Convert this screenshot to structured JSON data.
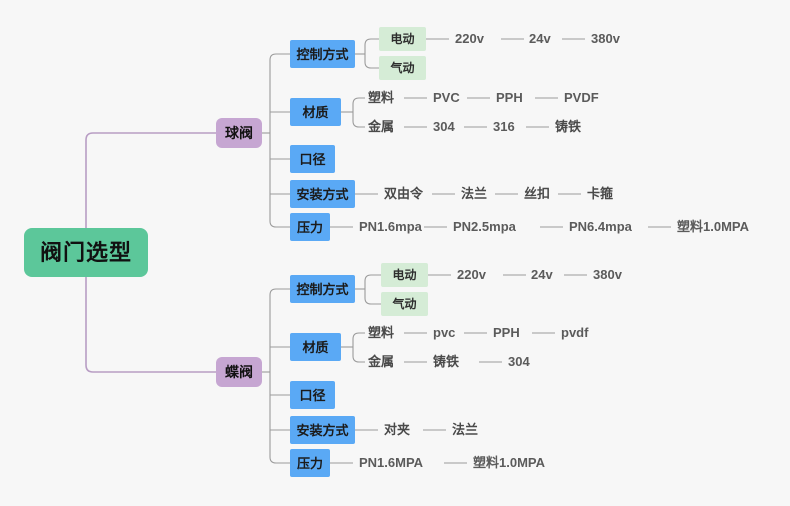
{
  "colors": {
    "background": "#f7f7f7",
    "root_fill": "#5cc79a",
    "branch_fill": "#c6a6d2",
    "category_fill": "#5aa9f5",
    "subnode_fill": "#d5ecd6",
    "root_edge_line": "#b89dc4",
    "edge_line": "#9b9b9b",
    "leaf_text": "#5b5b5b"
  },
  "root": {
    "label": "阀门选型"
  },
  "branches": [
    {
      "label": "球阀",
      "categories": [
        {
          "label": "控制方式",
          "subnodes": [
            {
              "label": "电动",
              "leaves": [
                "220v",
                "24v",
                "380v"
              ]
            },
            {
              "label": "气动",
              "leaves": []
            }
          ],
          "leaves": []
        },
        {
          "label": "材质",
          "subnodes": [],
          "rows": [
            {
              "label": "塑料",
              "leaves": [
                "PVC",
                "PPH",
                "PVDF"
              ]
            },
            {
              "label": "金属",
              "leaves": [
                "304",
                "316",
                "铸铁"
              ]
            }
          ],
          "leaves": []
        },
        {
          "label": "口径",
          "subnodes": [],
          "leaves": []
        },
        {
          "label": "安装方式",
          "subnodes": [],
          "leaves": [
            "双由令",
            "法兰",
            "丝扣",
            "卡箍"
          ]
        },
        {
          "label": "压力",
          "subnodes": [],
          "leaves": [
            "PN1.6mpa",
            "PN2.5mpa",
            "PN6.4mpa",
            "塑料1.0MPA"
          ]
        }
      ]
    },
    {
      "label": "蝶阀",
      "categories": [
        {
          "label": "控制方式",
          "subnodes": [
            {
              "label": "电动",
              "leaves": [
                "220v",
                "24v",
                "380v"
              ]
            },
            {
              "label": "气动",
              "leaves": []
            }
          ],
          "leaves": []
        },
        {
          "label": "材质",
          "subnodes": [],
          "rows": [
            {
              "label": "塑料",
              "leaves": [
                "pvc",
                "PPH",
                "pvdf"
              ]
            },
            {
              "label": "金属",
              "leaves": [
                "铸铁",
                "304"
              ]
            }
          ],
          "leaves": []
        },
        {
          "label": "口径",
          "subnodes": [],
          "leaves": []
        },
        {
          "label": "安装方式",
          "subnodes": [],
          "leaves": [
            "对夹",
            "法兰"
          ]
        },
        {
          "label": "压力",
          "subnodes": [],
          "leaves": [
            "PN1.6MPA",
            "塑料1.0MPA"
          ]
        }
      ]
    }
  ]
}
